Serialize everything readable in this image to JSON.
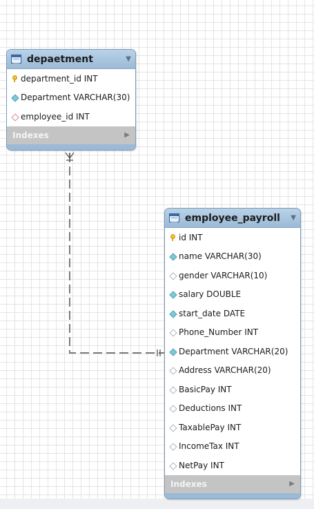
{
  "tables": [
    {
      "title": "depaetment",
      "columns": [
        {
          "icon": "primary-key",
          "label": "department_id INT"
        },
        {
          "icon": "column-filled",
          "label": "Department VARCHAR(30)"
        },
        {
          "icon": "foreign-key",
          "label": "employee_id INT"
        }
      ],
      "footer": "Indexes"
    },
    {
      "title": "employee_payroll",
      "columns": [
        {
          "icon": "primary-key",
          "label": "id INT"
        },
        {
          "icon": "column-filled",
          "label": "name VARCHAR(30)"
        },
        {
          "icon": "column-hollow",
          "label": "gender VARCHAR(10)"
        },
        {
          "icon": "column-filled",
          "label": "salary DOUBLE"
        },
        {
          "icon": "column-filled",
          "label": "start_date DATE"
        },
        {
          "icon": "column-hollow",
          "label": "Phone_Number INT"
        },
        {
          "icon": "column-filled",
          "label": "Department VARCHAR(20)"
        },
        {
          "icon": "column-hollow",
          "label": "Address VARCHAR(20)"
        },
        {
          "icon": "column-hollow",
          "label": "BasicPay INT"
        },
        {
          "icon": "column-hollow",
          "label": "Deductions INT"
        },
        {
          "icon": "column-hollow",
          "label": "TaxablePay INT"
        },
        {
          "icon": "column-hollow",
          "label": "IncomeTax INT"
        },
        {
          "icon": "column-hollow",
          "label": "NetPay INT"
        }
      ],
      "footer": "Indexes"
    }
  ],
  "colors": {
    "header": "#9cbad6",
    "connector": "#7a7a7a",
    "footer": "#c4c4c4"
  }
}
